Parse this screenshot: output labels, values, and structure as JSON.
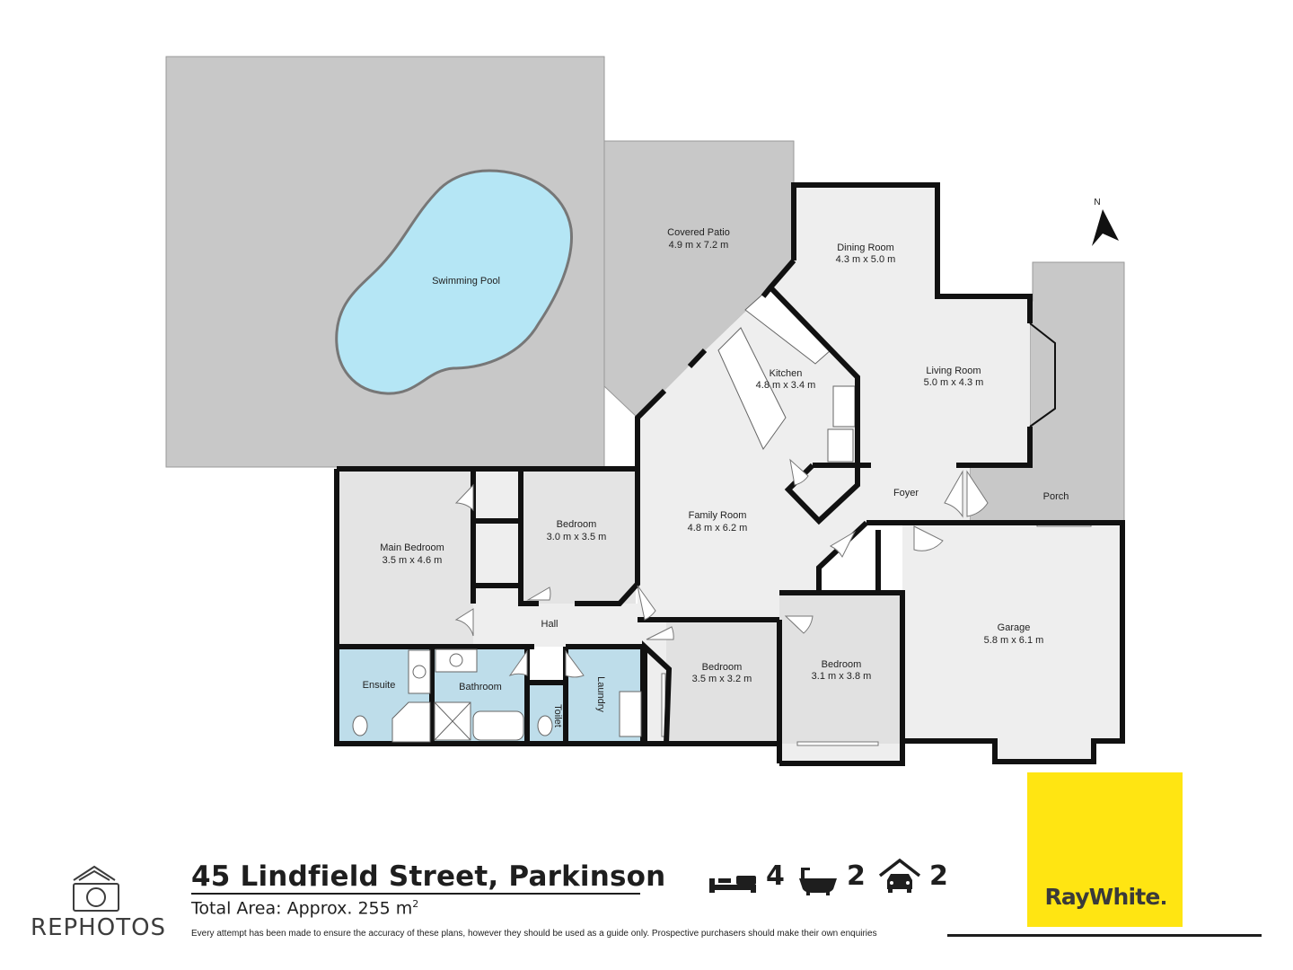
{
  "rooms": [
    {
      "id": "pool",
      "name": "Swimming Pool",
      "dims": ""
    },
    {
      "id": "patio",
      "name": "Covered Patio",
      "dims": "4.9 m x 7.2 m"
    },
    {
      "id": "dining",
      "name": "Dining Room",
      "dims": "4.3 m x 5.0 m"
    },
    {
      "id": "kitchen",
      "name": "Kitchen",
      "dims": "4.8 m x 3.4 m"
    },
    {
      "id": "living",
      "name": "Living Room",
      "dims": "5.0 m x 4.3 m"
    },
    {
      "id": "foyer",
      "name": "Foyer",
      "dims": ""
    },
    {
      "id": "porch",
      "name": "Porch",
      "dims": ""
    },
    {
      "id": "family",
      "name": "Family Room",
      "dims": "4.8 m x 6.2 m"
    },
    {
      "id": "main_bedroom",
      "name": "Main Bedroom",
      "dims": "3.5 m x 4.6 m"
    },
    {
      "id": "bedroom2",
      "name": "Bedroom",
      "dims": "3.0 m x 3.5 m"
    },
    {
      "id": "hall",
      "name": "Hall",
      "dims": ""
    },
    {
      "id": "ensuite",
      "name": "Ensuite",
      "dims": ""
    },
    {
      "id": "bathroom",
      "name": "Bathroom",
      "dims": ""
    },
    {
      "id": "toilet",
      "name": "Toilet",
      "dims": ""
    },
    {
      "id": "laundry",
      "name": "Laundry",
      "dims": ""
    },
    {
      "id": "bedroom3",
      "name": "Bedroom",
      "dims": "3.5 m x 3.2 m"
    },
    {
      "id": "bedroom4",
      "name": "Bedroom",
      "dims": "3.1 m x 3.8 m"
    },
    {
      "id": "garage",
      "name": "Garage",
      "dims": "5.8 m x 6.1 m"
    }
  ],
  "compass": {
    "label": "N"
  },
  "property": {
    "address": "45 Lindfield Street, Parkinson",
    "area_prefix": "Total Area: Approx. 255 m",
    "area_unit_sup": "2",
    "disclaimer": "Every attempt has been made to ensure the accuracy of these plans, however they should be used as a guide only.  Prospective purchasers should make their own enquiries"
  },
  "features": {
    "bedrooms": "4",
    "bathrooms": "2",
    "garages": "2"
  },
  "brand": {
    "agency": "RayWhite",
    "photographer": "REPHOTOS"
  },
  "colors": {
    "outdoor": "#C8C8C8",
    "pool": "#B5E6F5",
    "wet_area": "#BEDDEA",
    "room_light": "#EEEEEE",
    "room_mid": "#E1E1E1",
    "wall": "#111111",
    "brand_yellow": "#FFE512"
  }
}
